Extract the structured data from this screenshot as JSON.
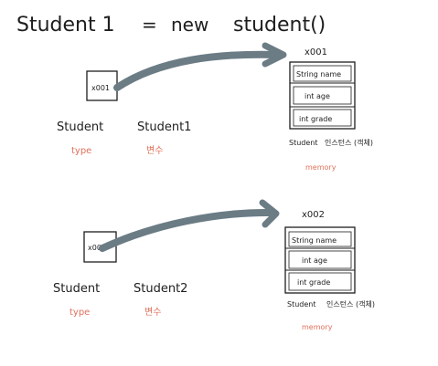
{
  "header": {
    "left": "Student 1",
    "equals": "=",
    "new_kw": "new",
    "right": "student()"
  },
  "diagrams": [
    {
      "var_value": "x001",
      "address": "x001",
      "type_label": "Student",
      "type_caption": "type",
      "var_name": "Student1",
      "var_caption": "변수",
      "fields": [
        "String name",
        "int age",
        "int grade"
      ],
      "instance_label": "Student",
      "instance_caption": "인스턴스 (객체)",
      "memory_caption": "memory"
    },
    {
      "var_value": "x002",
      "address": "x002",
      "type_label": "Student",
      "type_caption": "type",
      "var_name": "Student2",
      "var_caption": "변수",
      "fields": [
        "String name",
        "int age",
        "int grade"
      ],
      "instance_label": "Student",
      "instance_caption": "인스턴스 (객체)",
      "memory_caption": "memory"
    }
  ],
  "colors": {
    "ink": "#1e1e1e",
    "arrow": "#6b7c85",
    "caption_red": "#e0705a"
  }
}
